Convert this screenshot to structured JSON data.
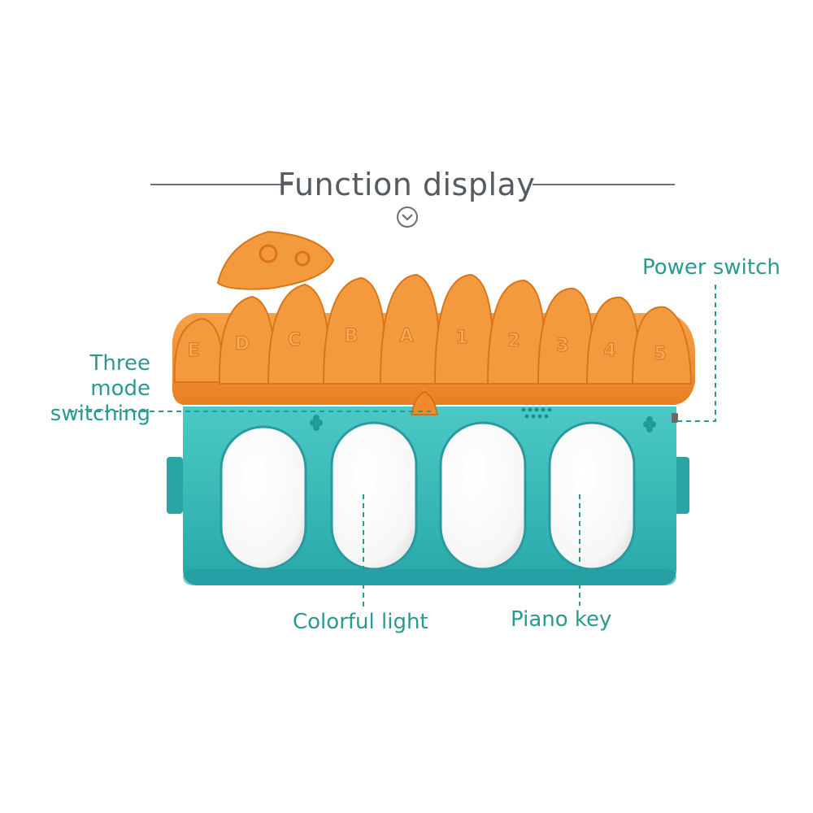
{
  "header": {
    "title": "Function display",
    "chevron_icon": "chevron-down-circle-icon"
  },
  "callouts": {
    "power_switch": "Power switch",
    "three_mode": "Three mode switching",
    "three_mode_line1": "Three mode",
    "three_mode_line2": "switching",
    "colorful_light": "Colorful light",
    "piano_key": "Piano key"
  },
  "roof_letters": [
    "E",
    "D",
    "C",
    "B",
    "A",
    "1",
    "2",
    "3",
    "4",
    "5"
  ],
  "colors": {
    "roof": "#f08a2c",
    "body": "#3bbfbe",
    "key": "#ffffff",
    "label": "#2a9a90"
  }
}
